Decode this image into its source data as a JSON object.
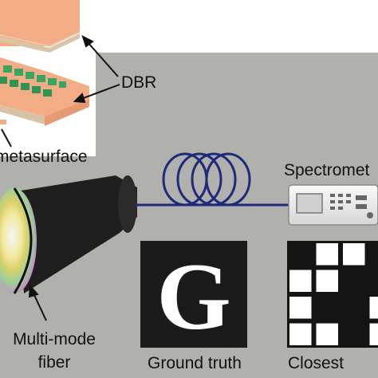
{
  "labels": {
    "dbr": "DBR",
    "metasurface": "metasurface",
    "spectrometer": "Spectromet",
    "multimode_fiber_line1": "Multi-mode",
    "multimode_fiber_line2": "fiber",
    "ground_truth": "Ground truth",
    "closest": "Closest"
  },
  "ground_truth_glyph": "G",
  "closest_pattern": [
    [
      0,
      1,
      1,
      0
    ],
    [
      1,
      1,
      0,
      0
    ],
    [
      1,
      0,
      0,
      1
    ],
    [
      1,
      1,
      0,
      1
    ]
  ],
  "colors": {
    "panel_bg": "#b0b0ac",
    "dbr_orange": "#f1a781",
    "pillar_green": "#3aa55f",
    "fiber_black": "#1f1f1f",
    "coil_blue": "#1e2a7a"
  }
}
